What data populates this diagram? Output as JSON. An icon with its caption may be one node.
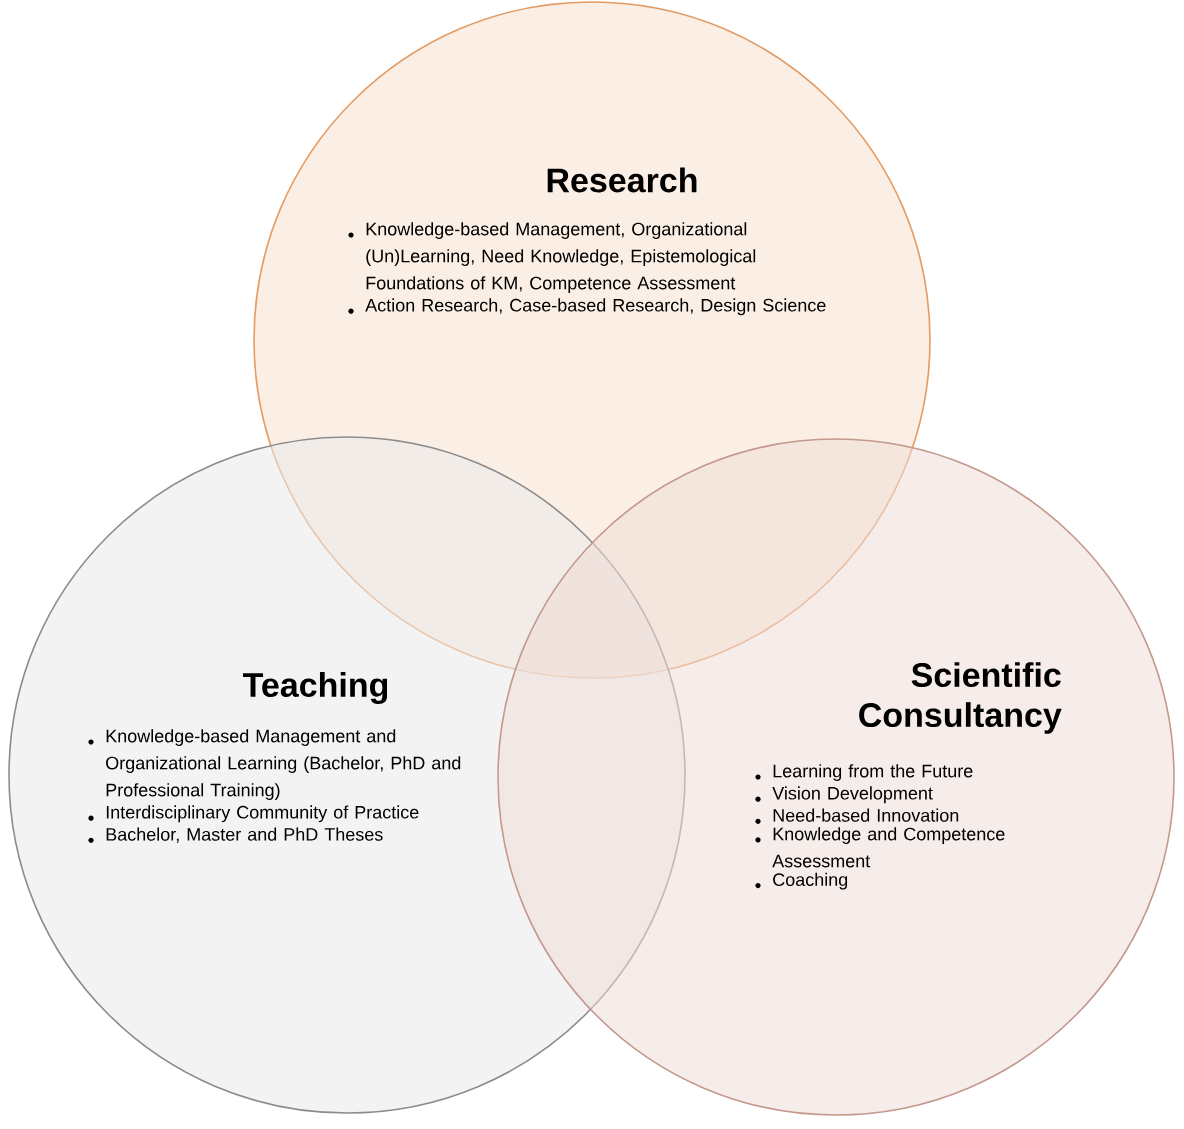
{
  "diagram": {
    "nodes": [
      {
        "text": [
          "Research",
          "Knowledge-based Management, Organizational (Un)Learning, Need Knowledge, Epistemological Foundations of KM, Competence Assessment",
          "Action Research, Case-based Research, Design Science"
        ]
      },
      {
        "text": [
          "Teaching",
          "Knowledge-based Management and Organizational Learning (Bachelor, PhD and Professional Training)",
          "Interdisciplinary Community of Practice",
          "Bachelor, Master and PhD Theses"
        ]
      },
      {
        "text": [
          "Scientific Consultancy",
          "Learning from the Future",
          "Vision Development",
          "Need-based Innovation",
          "Knowledge and Competence Assessment",
          "Coaching"
        ]
      }
    ]
  }
}
